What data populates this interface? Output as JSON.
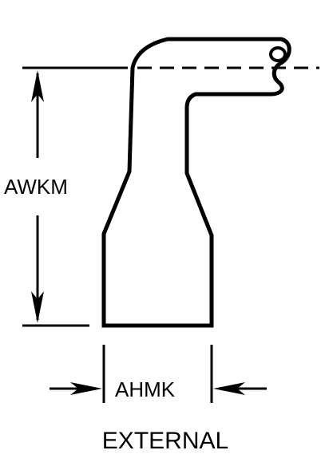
{
  "diagram": {
    "labels": {
      "height_dimension": "AWKM",
      "width_dimension": "AHMK",
      "caption": "EXTERNAL"
    },
    "colors": {
      "ink": "#000000",
      "background": "#ffffff"
    }
  }
}
